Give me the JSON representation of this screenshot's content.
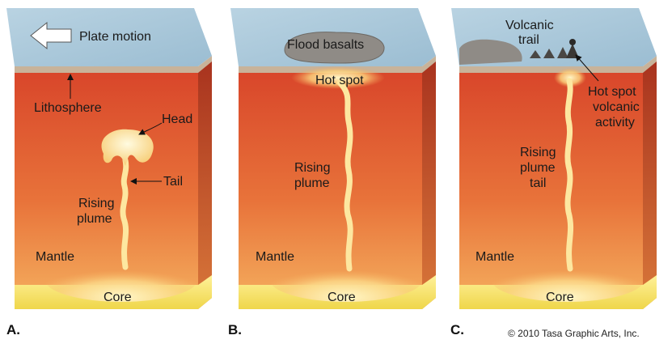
{
  "colors": {
    "ocean_top": "#a9c6d8",
    "lithosphere_band": "#c8b39a",
    "mantle_light": "#f3a057",
    "mantle_dark": "#d8452a",
    "core": "#f5e36a",
    "plume": "#fde7a0",
    "basalt": "#8f8b86"
  },
  "panels": [
    {
      "letter": "A.",
      "labels": {
        "plate_motion": "Plate motion",
        "lithosphere": "Lithosphere",
        "head": "Head",
        "tail": "Tail",
        "rising_plume_1": "Rising",
        "rising_plume_2": "plume",
        "mantle": "Mantle",
        "core": "Core"
      }
    },
    {
      "letter": "B.",
      "labels": {
        "flood_basalts": "Flood basalts",
        "hot_spot": "Hot spot",
        "rising_plume_1": "Rising",
        "rising_plume_2": "plume",
        "mantle": "Mantle",
        "core": "Core"
      }
    },
    {
      "letter": "C.",
      "labels": {
        "volcanic_trail_1": "Volcanic",
        "volcanic_trail_2": "trail",
        "hot_spot_activity_1": "Hot spot",
        "hot_spot_activity_2": "volcanic",
        "hot_spot_activity_3": "activity",
        "rising_plume_tail_1": "Rising",
        "rising_plume_tail_2": "plume",
        "rising_plume_tail_3": "tail",
        "mantle": "Mantle",
        "core": "Core"
      }
    }
  ],
  "copyright": "© 2010 Tasa Graphic Arts, Inc."
}
